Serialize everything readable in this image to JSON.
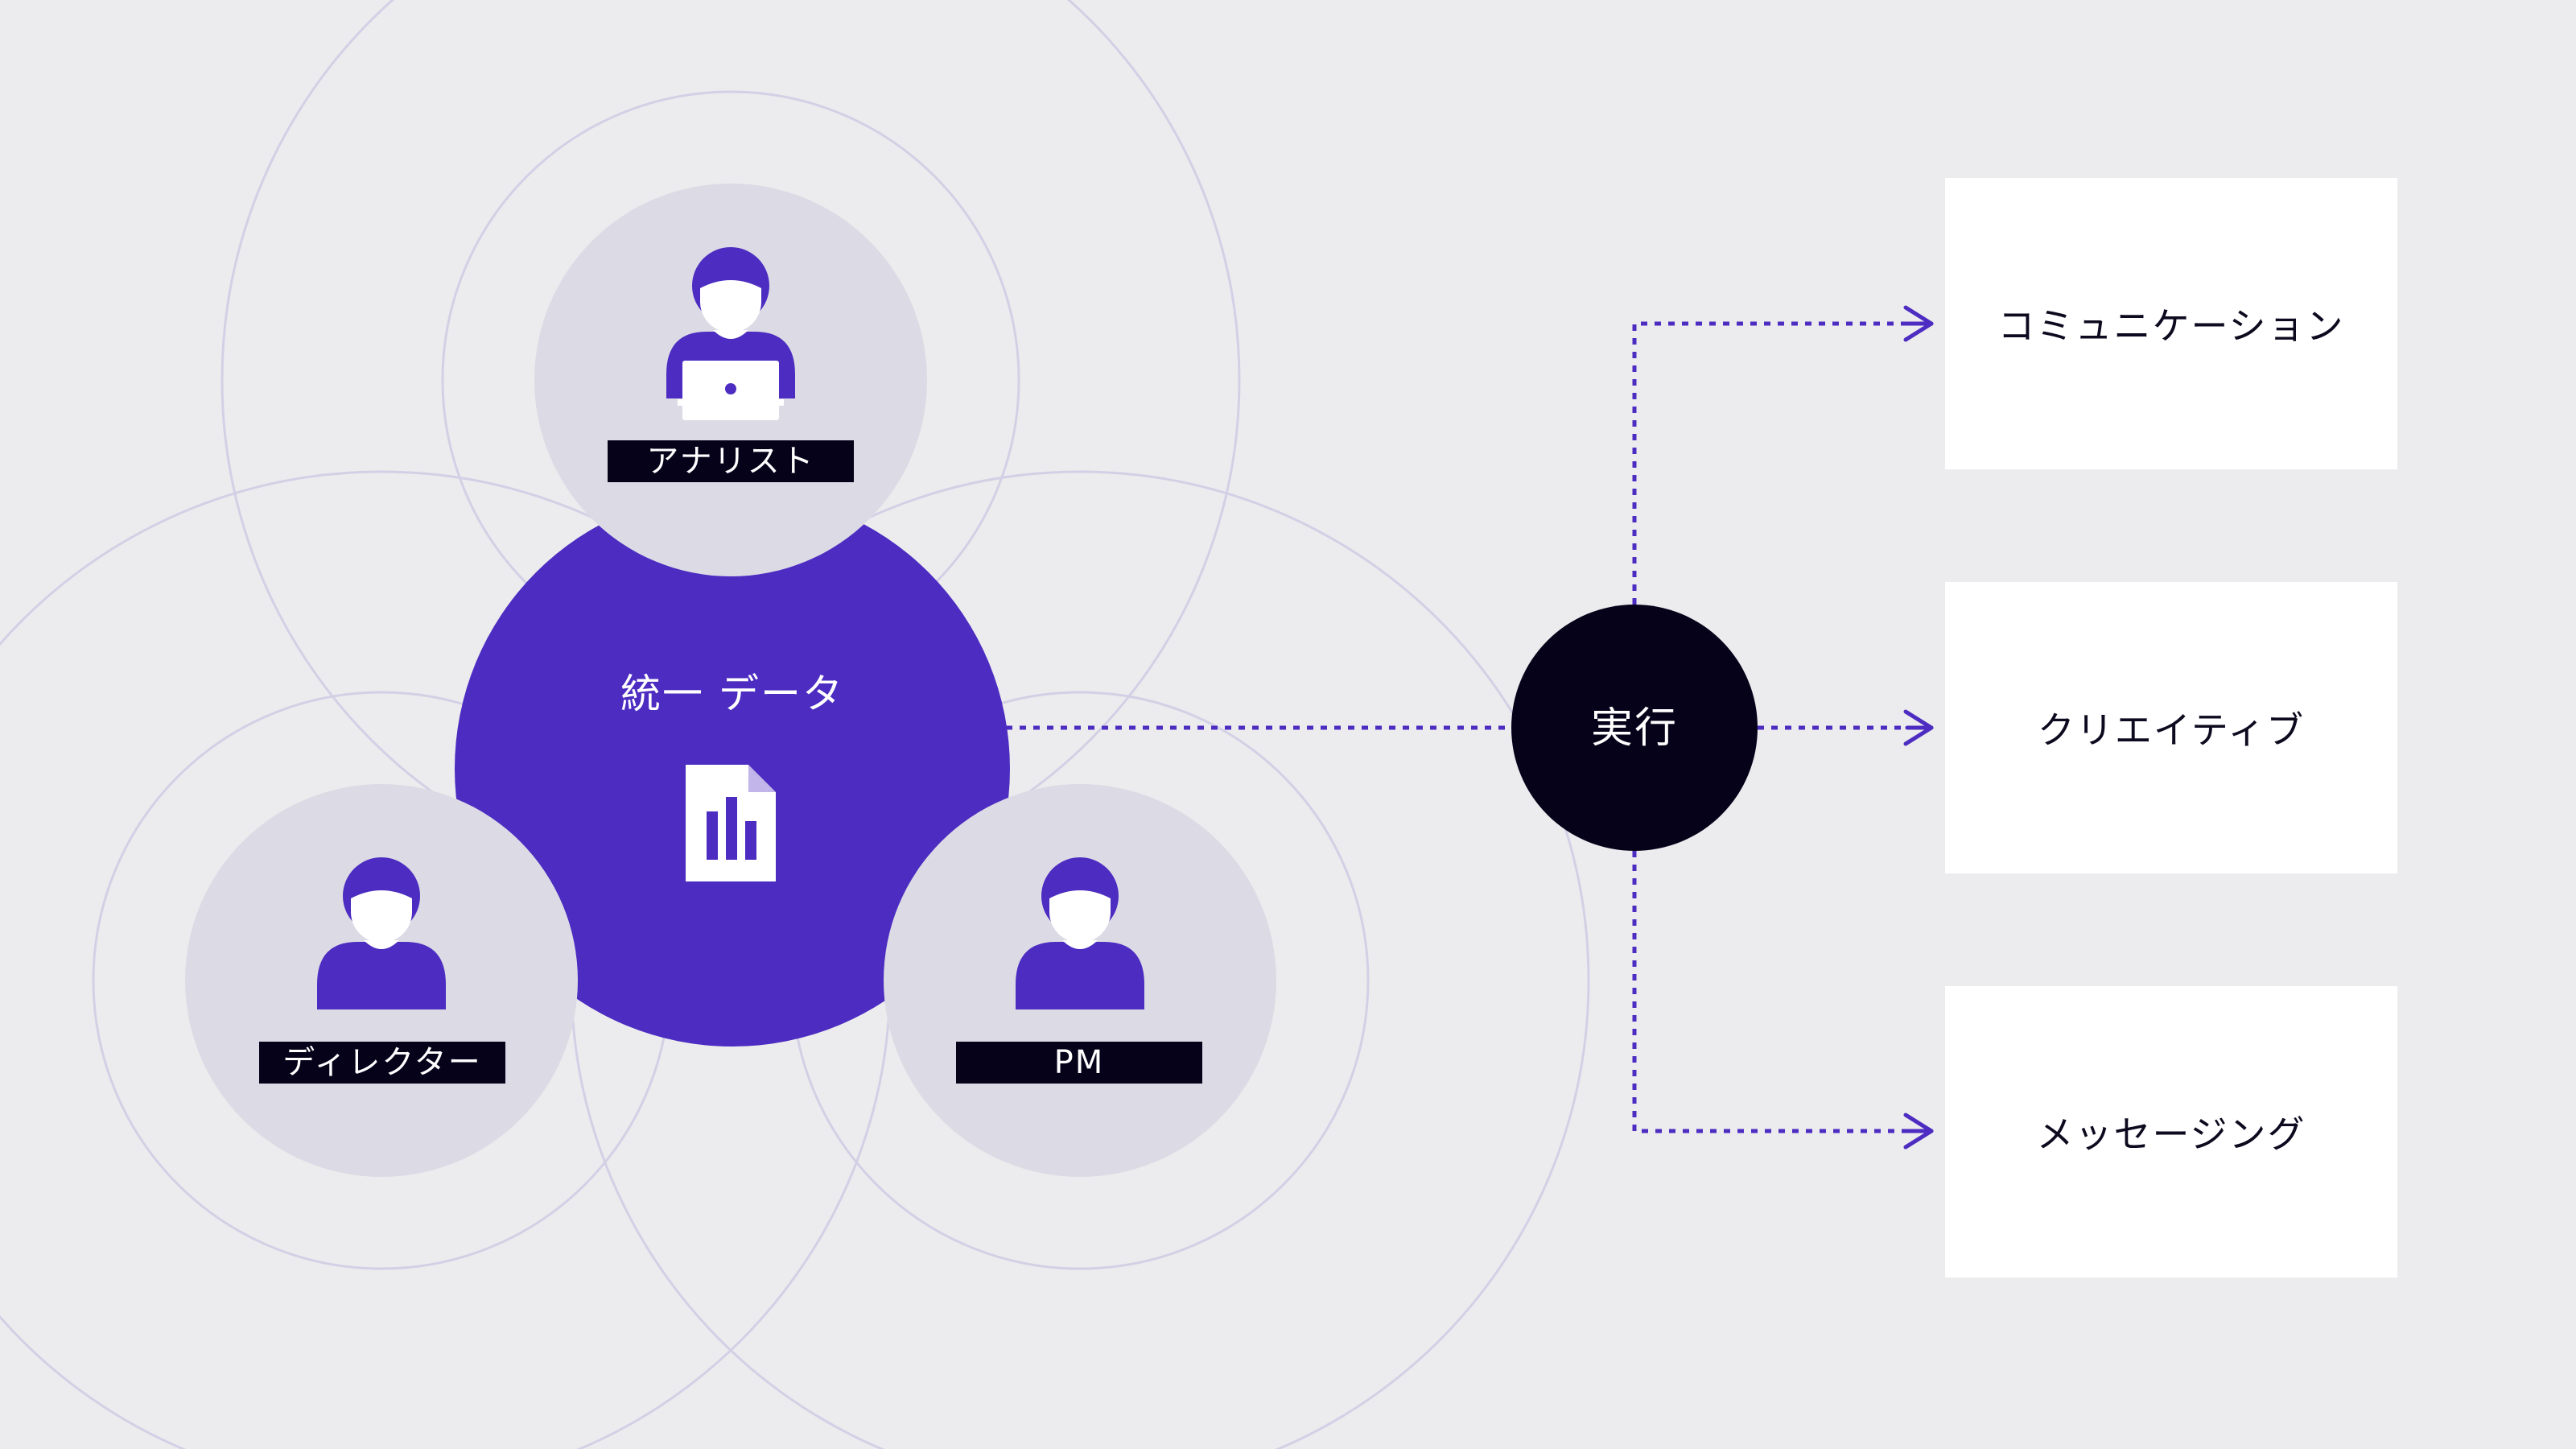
{
  "colors": {
    "background": "#ececee",
    "ring": "#d3d0e6",
    "role_disc": "#dcdbe5",
    "accent": "#4c2cc1",
    "dark": "#06021a",
    "box": "#ffffff"
  },
  "roles": {
    "analyst": {
      "label": "アナリスト",
      "icon": "analyst-with-laptop-icon"
    },
    "director": {
      "label": "ディレクター",
      "icon": "person-icon"
    },
    "pm": {
      "label": "PM",
      "icon": "person-icon"
    }
  },
  "core": {
    "label": "統一 データ",
    "icon": "chart-document-icon"
  },
  "execute": {
    "label": "実行"
  },
  "outputs": [
    {
      "label": "コミュニケーション"
    },
    {
      "label": "クリエイティブ"
    },
    {
      "label": "メッセージング"
    }
  ]
}
